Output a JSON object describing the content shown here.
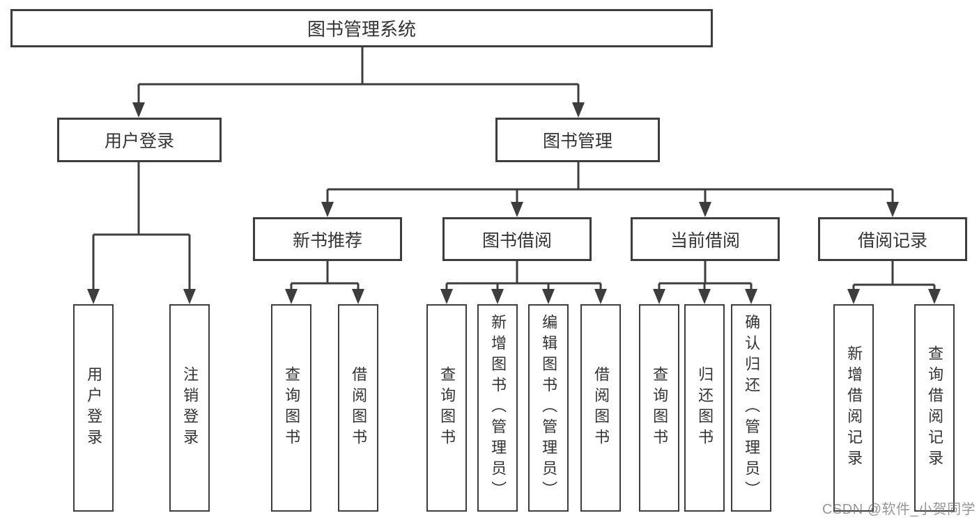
{
  "diagram_title": "图书管理系统",
  "colors": {
    "line": "#3d3d3d",
    "text": "#333333",
    "background": "#ffffff",
    "watermark": "#737373"
  },
  "tree": {
    "label": "图书管理系统",
    "children": [
      {
        "label": "用户登录",
        "children": [
          {
            "label": "用户登录"
          },
          {
            "label": "注销登录"
          }
        ]
      },
      {
        "label": "图书管理",
        "children": [
          {
            "label": "新书推荐",
            "children": [
              {
                "label": "查询图书"
              },
              {
                "label": "借阅图书"
              }
            ]
          },
          {
            "label": "图书借阅",
            "children": [
              {
                "label": "查询图书"
              },
              {
                "label": "新增图书（管理员）"
              },
              {
                "label": "编辑图书（管理员）"
              },
              {
                "label": "借阅图书"
              }
            ]
          },
          {
            "label": "当前借阅",
            "children": [
              {
                "label": "查询图书"
              },
              {
                "label": "归还图书"
              },
              {
                "label": "确认归还（管理员）"
              }
            ]
          },
          {
            "label": "借阅记录",
            "children": [
              {
                "label": "新增借阅记录"
              },
              {
                "label": "查询借阅记录"
              }
            ]
          }
        ]
      }
    ]
  },
  "watermark": {
    "text": "CSDN @软件_小贺同学"
  }
}
